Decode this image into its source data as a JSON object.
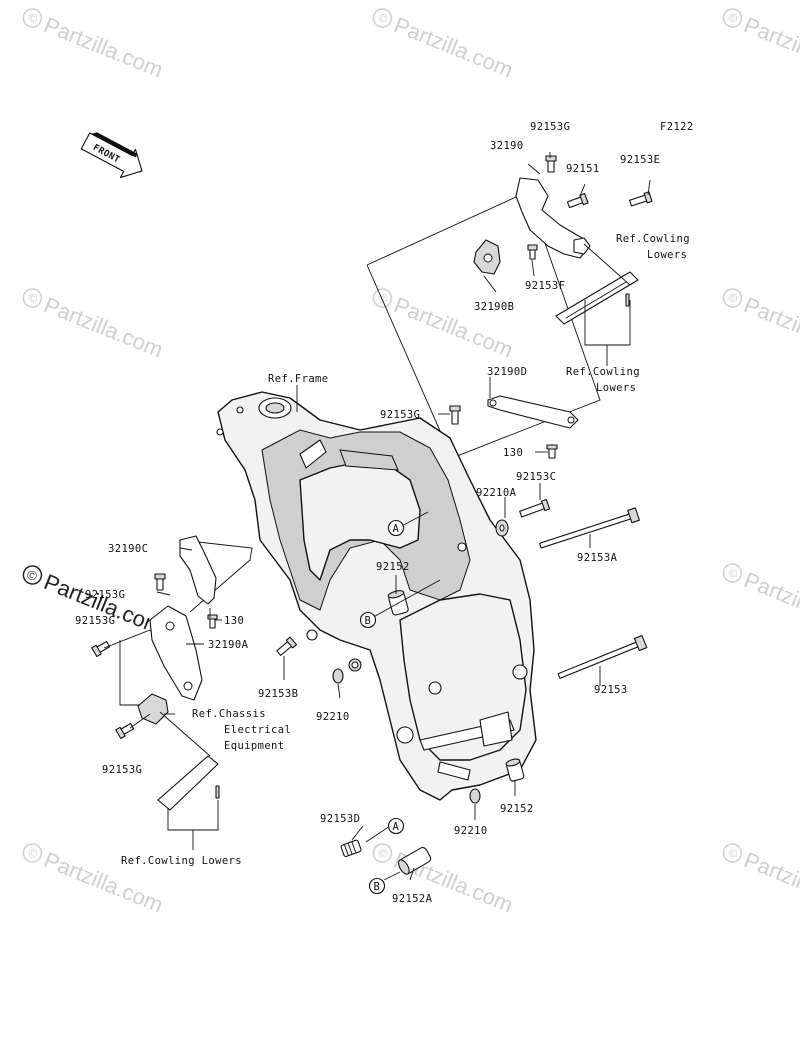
{
  "figure_code": "F2122",
  "front_label": "FRONT",
  "watermark": "Partzilla.com",
  "watermark_symbol": "©",
  "callouts": {
    "p32190": "32190",
    "p92153G_top": "92153G",
    "p92151": "92151",
    "p92153E": "92153E",
    "ref_cowling_lowers_1a": "Ref.Cowling",
    "ref_cowling_lowers_1b": "Lowers",
    "p92153F": "92153F",
    "p32190B": "32190B",
    "ref_cowling_lowers_2a": "Ref.Cowling",
    "ref_cowling_lowers_2b": "Lowers",
    "ref_frame": "Ref.Frame",
    "p32190D": "32190D",
    "p92153G_mid": "92153G",
    "p130_right": "130",
    "p92153C": "92153C",
    "p92210A": "92210A",
    "p92153A": "92153A",
    "p32190C": "32190C",
    "p92153G_left": "92153G",
    "p92152": "92152",
    "p130_left": "130",
    "p92153G_left2": "92153G",
    "p32190A": "32190A",
    "p92153": "92153",
    "p92153B": "92153B",
    "p92210": "92210",
    "ref_chassis_a": "Ref.Chassis",
    "ref_chassis_b": "Electrical",
    "ref_chassis_c": "Equipment",
    "p92153G_bottom": "92153G",
    "p92152_lower": "92152",
    "p92210_lower": "92210",
    "p92153D": "92153D",
    "p92152A": "92152A",
    "ref_cowling_lowers_3": "Ref.Cowling Lowers",
    "circle_A": "A",
    "circle_B": "B"
  },
  "colors": {
    "ink": "#111111",
    "watermark": "#cfcfcf"
  }
}
